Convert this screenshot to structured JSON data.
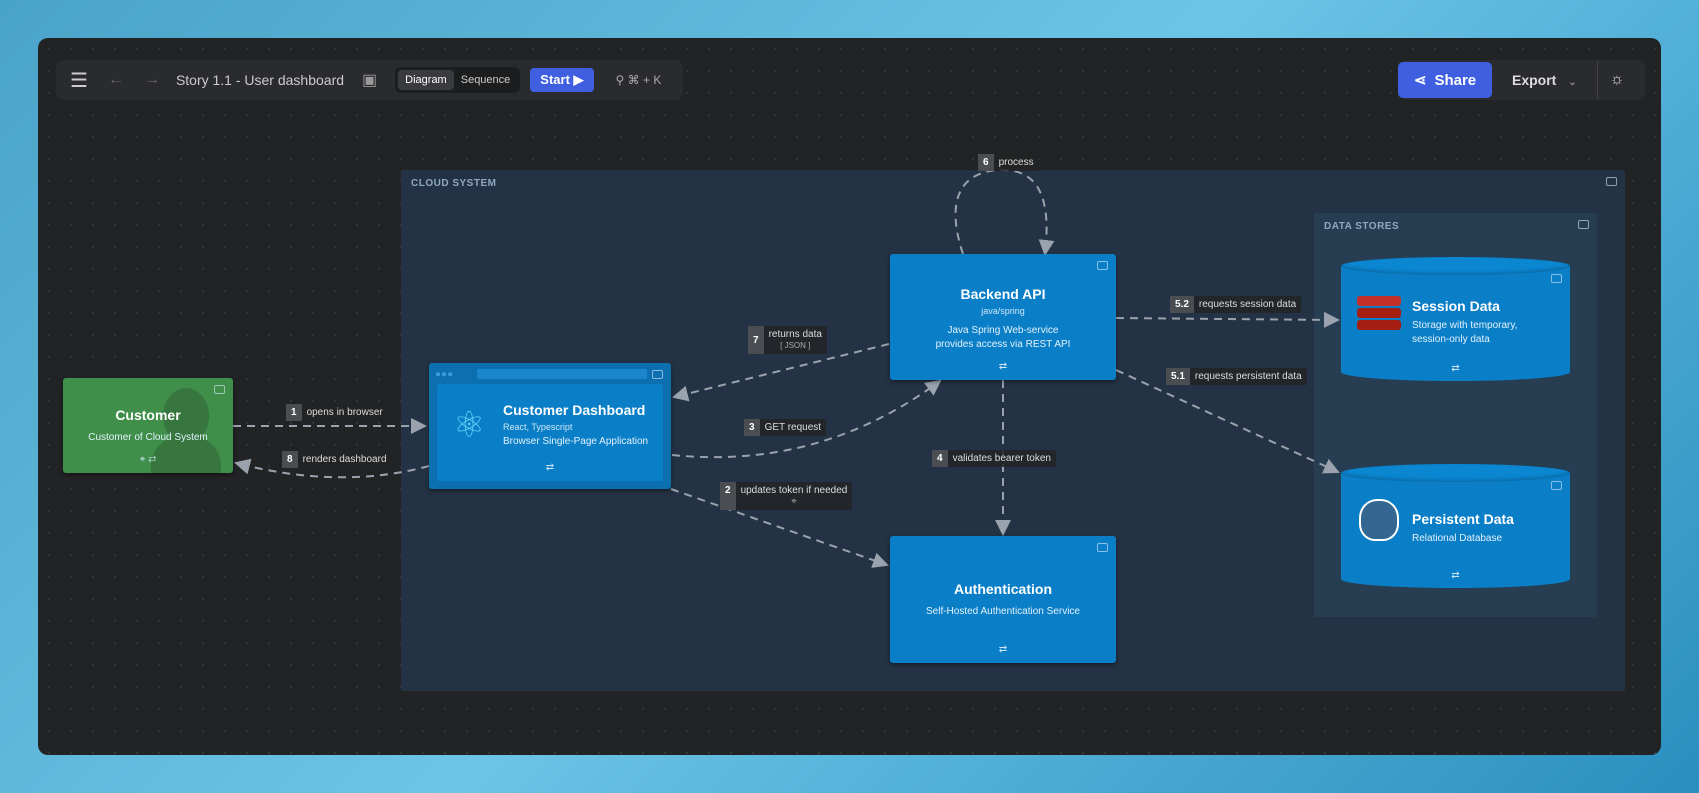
{
  "toolbar": {
    "title": "Story 1.1 - User dashboard",
    "views": [
      "Diagram",
      "Sequence"
    ],
    "active_view": "Diagram",
    "start": "Start",
    "search_shortcut": "⌘ + K",
    "share": "Share",
    "export": "Export"
  },
  "colors": {
    "accent": "#3f5fe0",
    "container": "#0a7fc7",
    "person": "#3f8f4a",
    "boundary": "#243344"
  },
  "boundaries": {
    "cloud": "CLOUD SYSTEM",
    "stores": "DATA STORES"
  },
  "nodes": {
    "customer": {
      "title": "Customer",
      "desc": "Customer of Cloud System"
    },
    "dashboard": {
      "title": "Customer Dashboard",
      "tech": "React, Typescript",
      "desc": "Browser Single-Page Application"
    },
    "backend": {
      "title": "Backend API",
      "tech": "java/spring",
      "desc1": "Java Spring Web-service",
      "desc2": "provides access via REST API"
    },
    "auth": {
      "title": "Authentication",
      "desc": "Self-Hosted Authentication Service"
    },
    "session": {
      "title": "Session Data",
      "desc1": "Storage with temporary,",
      "desc2": "session-only data"
    },
    "persistent": {
      "title": "Persistent Data",
      "desc": "Relational Database"
    }
  },
  "edges": [
    {
      "n": "1",
      "label": "opens in browser"
    },
    {
      "n": "8",
      "label": "renders dashboard"
    },
    {
      "n": "7",
      "label": "returns data",
      "tech": "[ JSON ]"
    },
    {
      "n": "3",
      "label": "GET request"
    },
    {
      "n": "2",
      "label": "updates token if needed"
    },
    {
      "n": "4",
      "label": "validates bearer token"
    },
    {
      "n": "6",
      "label": "process"
    },
    {
      "n": "5.2",
      "label": "requests session data"
    },
    {
      "n": "5.1",
      "label": "requests persistent data"
    }
  ]
}
